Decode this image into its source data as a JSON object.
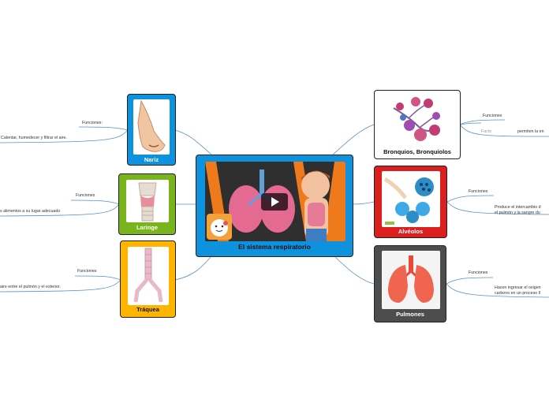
{
  "colors": {
    "line": "#5b8fc6",
    "center": "#0e92dd",
    "nariz": "#0e92dd",
    "laringe": "#7ab41d",
    "traquea": "#ffb400",
    "bronquios": "#ffffff",
    "alveolos": "#db1f1f",
    "pulmones": "#4d4d4d"
  },
  "center": {
    "title": "El sistema respiratorio",
    "icon": "play-icon"
  },
  "nodes": {
    "nariz": {
      "title": "Nariz",
      "label": "Funciones:",
      "desc": "Calentar, humedecer y filtrar el aire."
    },
    "laringe": {
      "title": "Laringe",
      "label": "Funciones",
      "desc": "s alimentos a su lugar adecuado"
    },
    "traquea": {
      "title": "Tráquea",
      "label": "Funciones",
      "desc": "aire entre el pulmón y el exterior."
    },
    "bronquios": {
      "title": "Bronquios, Bronquiolos",
      "label": "Funciones",
      "sublabel": "Facts",
      "desc": "permiten la en"
    },
    "alveolos": {
      "title": "Alvéolos",
      "label": "Funciones",
      "desc1": "Produce el intercambio d",
      "desc2": "el pulmón y la sangre du"
    },
    "pulmones": {
      "title": "Pulmones",
      "label": "Funciones",
      "desc1": "Hacen ingresar el oxigen",
      "desc2": "carbono en un proceso ll"
    }
  }
}
